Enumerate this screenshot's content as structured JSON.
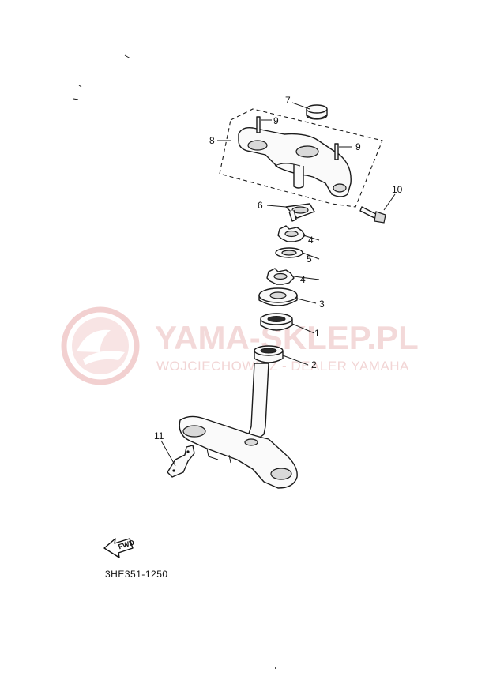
{
  "diagram": {
    "part_code": "3HE351-1250",
    "fwd_label": "FWD",
    "callouts": [
      "7",
      "9",
      "8",
      "9",
      "10",
      "6",
      "4",
      "5",
      "4",
      "3",
      "1",
      "2",
      "11"
    ]
  },
  "watermark": {
    "title": "YAMA-SKLEP.PL",
    "subtitle": "WOJCIECHOWICZ - DEALER YAMAHA"
  },
  "colors": {
    "watermark": "#e9b9b9",
    "line": "#1a1a1a"
  }
}
